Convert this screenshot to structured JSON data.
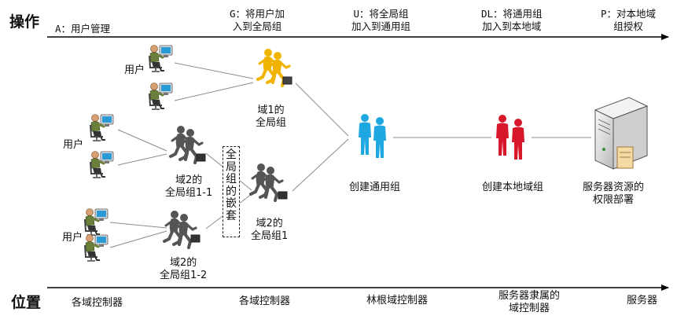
{
  "headings": {
    "operations": "操作",
    "location": "位置"
  },
  "operations": [
    {
      "label": "A：用户管理"
    },
    {
      "label": "G：将用户加\n入到全局组"
    },
    {
      "label": "U：将全局组\n加入到通用组"
    },
    {
      "label": "DL：将通用组\n加入到本地域"
    },
    {
      "label": "P：对本地域\n组授权"
    }
  ],
  "locations": [
    {
      "label": "各域控制器"
    },
    {
      "label": "各域控制器"
    },
    {
      "label": "林根域控制器"
    },
    {
      "label": "服务器隶属的\n域控制器"
    },
    {
      "label": "服务器"
    }
  ],
  "users": {
    "label_top": "用户",
    "label_mid": "用户",
    "label_bottom": "用户"
  },
  "groups": {
    "domain1_global": "域1的\n全局组",
    "domain2_global_1_1": "域2的\n全局组1-1",
    "domain2_global_1_2": "域2的\n全局组1-2",
    "domain2_global_1": "域2的\n全局组1",
    "universal": "创建通用组",
    "domain_local": "创建本地域组",
    "server_resource": "服务器资源的\n权限部署"
  },
  "nesting_box": {
    "chars": [
      "全",
      "局",
      "组",
      "的",
      "嵌",
      "套"
    ]
  },
  "colors": {
    "domain1_global": "#f0b400",
    "domain2_global": "#555555",
    "universal": "#1ea7e1",
    "domain_local": "#d7182a",
    "user_shirt": "#6a7f3a",
    "arrow": "#000000"
  }
}
